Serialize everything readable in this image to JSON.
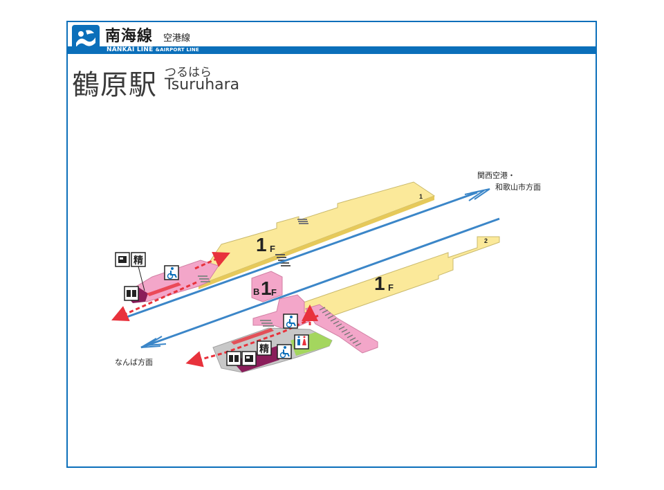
{
  "header": {
    "line_name": "南海線",
    "line_sub": "空港線",
    "line_en": "NANKAI LINE",
    "line_en_sub": "&AIRPORT LINE"
  },
  "station": {
    "name_kanji": "鶴原駅",
    "name_kana": "つるはら",
    "name_en": "Tsuruhara"
  },
  "map": {
    "platform_1_number": "1",
    "platform_2_number": "2",
    "floor_upper": "1",
    "floor_upper_suffix": "F",
    "floor_lower": "1",
    "floor_lower_suffix": "F",
    "floor_basement_prefix": "B",
    "floor_basement": "1",
    "floor_basement_suffix": "F",
    "direction_up_line1": "関西空港・",
    "direction_up_line2": "和歌山市方面",
    "direction_down": "なんば方面",
    "fare_adjust_label": "精",
    "fare_adjust_label_2": "精",
    "icons": [
      "ticket-machine-icon",
      "ticket-gate-icon",
      "fare-adjustment-icon",
      "wheelchair-icon",
      "restroom-icon",
      "exit-arrow-icon",
      "direction-arrow-icon"
    ]
  },
  "colors": {
    "brand_blue": "#0b6fba",
    "platform_yellow": "#fbe99a",
    "concourse_pink": "#f3a6c9",
    "ticket_area_purple": "#8a1d5a",
    "restroom_green": "#a4d65e",
    "gray_area": "#c8c8c8",
    "exit_red": "#e8323c",
    "track_blue": "#3b86c8"
  }
}
